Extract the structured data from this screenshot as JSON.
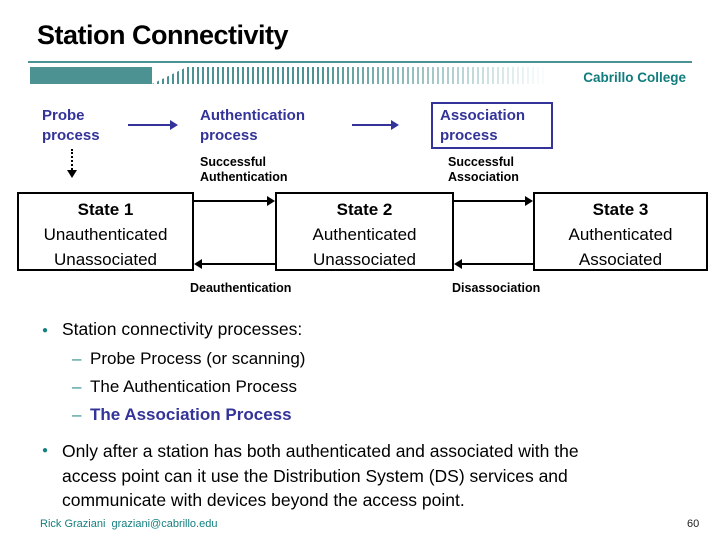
{
  "header": {
    "title": "Station Connectivity",
    "brand": "Cabrillo College"
  },
  "markers": {
    "bullet": "●",
    "dash": "–"
  },
  "diagram": {
    "probe": "Probe\nprocess",
    "authentication": "Authentication\nprocess",
    "association": "Association\nprocess",
    "successful_authentication": "Successful\nAuthentication",
    "successful_association": "Successful\nAssociation",
    "deauthentication": "Deauthentication",
    "disassociation": "Disassociation",
    "states": [
      {
        "title": "State 1",
        "line1": "Unauthenticated",
        "line2": "Unassociated"
      },
      {
        "title": "State 2",
        "line1": "Authenticated",
        "line2": "Unassociated"
      },
      {
        "title": "State 3",
        "line1": "Authenticated",
        "line2": "Associated"
      }
    ]
  },
  "bullets": {
    "item1": "Station connectivity processes:",
    "sub_items": [
      "Probe Process (or scanning)",
      "The Authentication Process",
      "The Association Process"
    ],
    "item2": "Only after a station has both authenticated and associated with the\naccess point can it use the Distribution System (DS) services and\ncommunicate with devices beyond the access point."
  },
  "footer": {
    "author": "Rick Graziani  graziani@cabrillo.edu",
    "page_number": "60"
  },
  "colors": {
    "teal_bar": "#4d9292",
    "teal_text": "#107c7c",
    "blue": "#333399"
  }
}
